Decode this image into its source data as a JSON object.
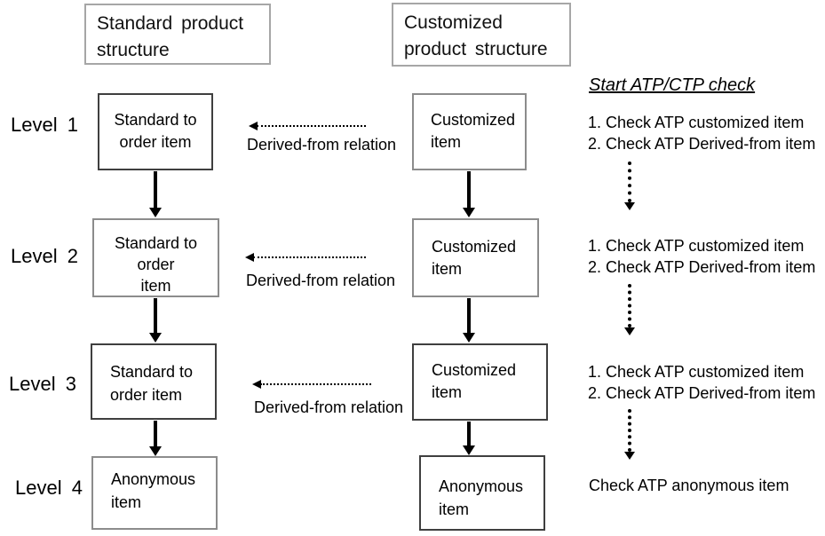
{
  "headers": {
    "standard": "Standard product\nstructure",
    "customized": "Customized\nproduct structure"
  },
  "levels": [
    {
      "label": "Level 1"
    },
    {
      "label": "Level 2"
    },
    {
      "label": "Level 3"
    },
    {
      "label": "Level 4"
    }
  ],
  "standard_column": {
    "boxes": [
      {
        "text": "Standard to\norder item"
      },
      {
        "text": "Standard to\norder\nitem"
      },
      {
        "text": "Standard to\norder item"
      },
      {
        "text": "Anonymous\nitem"
      }
    ]
  },
  "customized_column": {
    "boxes": [
      {
        "text": "Customized\nitem"
      },
      {
        "text": "Customized\nitem"
      },
      {
        "text": "Customized\nitem"
      },
      {
        "text": "Anonymous\nitem"
      }
    ]
  },
  "relations": [
    {
      "label": "Derived-from relation"
    },
    {
      "label": "Derived-from relation"
    },
    {
      "label": "Derived-from relation"
    }
  ],
  "atp_panel": {
    "heading": "Start ATP/CTP check",
    "step_groups": [
      {
        "step1": "1. Check ATP customized item",
        "step2": "2. Check ATP Derived-from item"
      },
      {
        "step1": "1. Check ATP customized item",
        "step2": "2. Check ATP Derived-from item"
      },
      {
        "step1": "1. Check ATP customized item",
        "step2": "2. Check ATP Derived-from item"
      }
    ],
    "final_step": "Check ATP anonymous item"
  },
  "colors": {
    "background": "#ffffff",
    "text": "#000000",
    "header_border": "#a6a6a6",
    "box_border_dark": "#3f3f3f",
    "box_border_gray": "#8c8c8c",
    "arrow": "#000000"
  }
}
